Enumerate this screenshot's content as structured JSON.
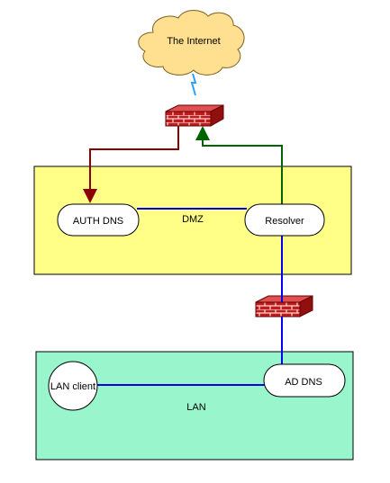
{
  "cloud": {
    "label": "The Internet"
  },
  "zones": {
    "dmz": {
      "label": "DMZ",
      "color": "#ffff88"
    },
    "lan": {
      "label": "LAN",
      "color": "#99f5cc"
    }
  },
  "nodes": {
    "auth_dns": {
      "label": "AUTH DNS"
    },
    "resolver": {
      "label": "Resolver"
    },
    "lan_client": {
      "label": "LAN client"
    },
    "ad_dns": {
      "label": "AD DNS"
    }
  },
  "colors": {
    "link": "#0000ee",
    "inbound_arrow": "#8b0000",
    "outbound_arrow": "#006400",
    "firewall": "#b01818",
    "cloud_fill": "#ffdf90",
    "wan_link": "#2aa0ff"
  }
}
